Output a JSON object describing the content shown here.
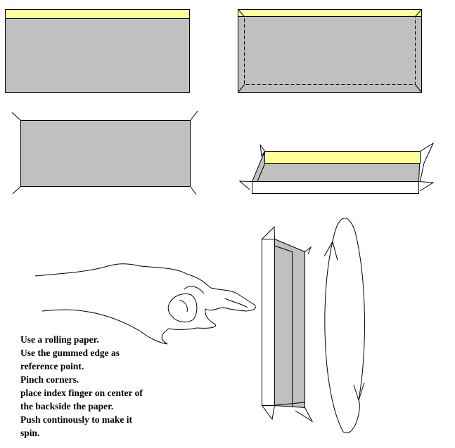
{
  "colors": {
    "paper": "#c0c0c0",
    "gum": "#ffff99",
    "line": "#000000",
    "white": "#ffffff"
  },
  "instructions": [
    "Use a rolling paper.",
    "Use the gummed edge as",
    "reference point.",
    "Pinch corners.",
    "place index finger on center of",
    "the backside the paper.",
    "Push continously to make it",
    "spin."
  ]
}
